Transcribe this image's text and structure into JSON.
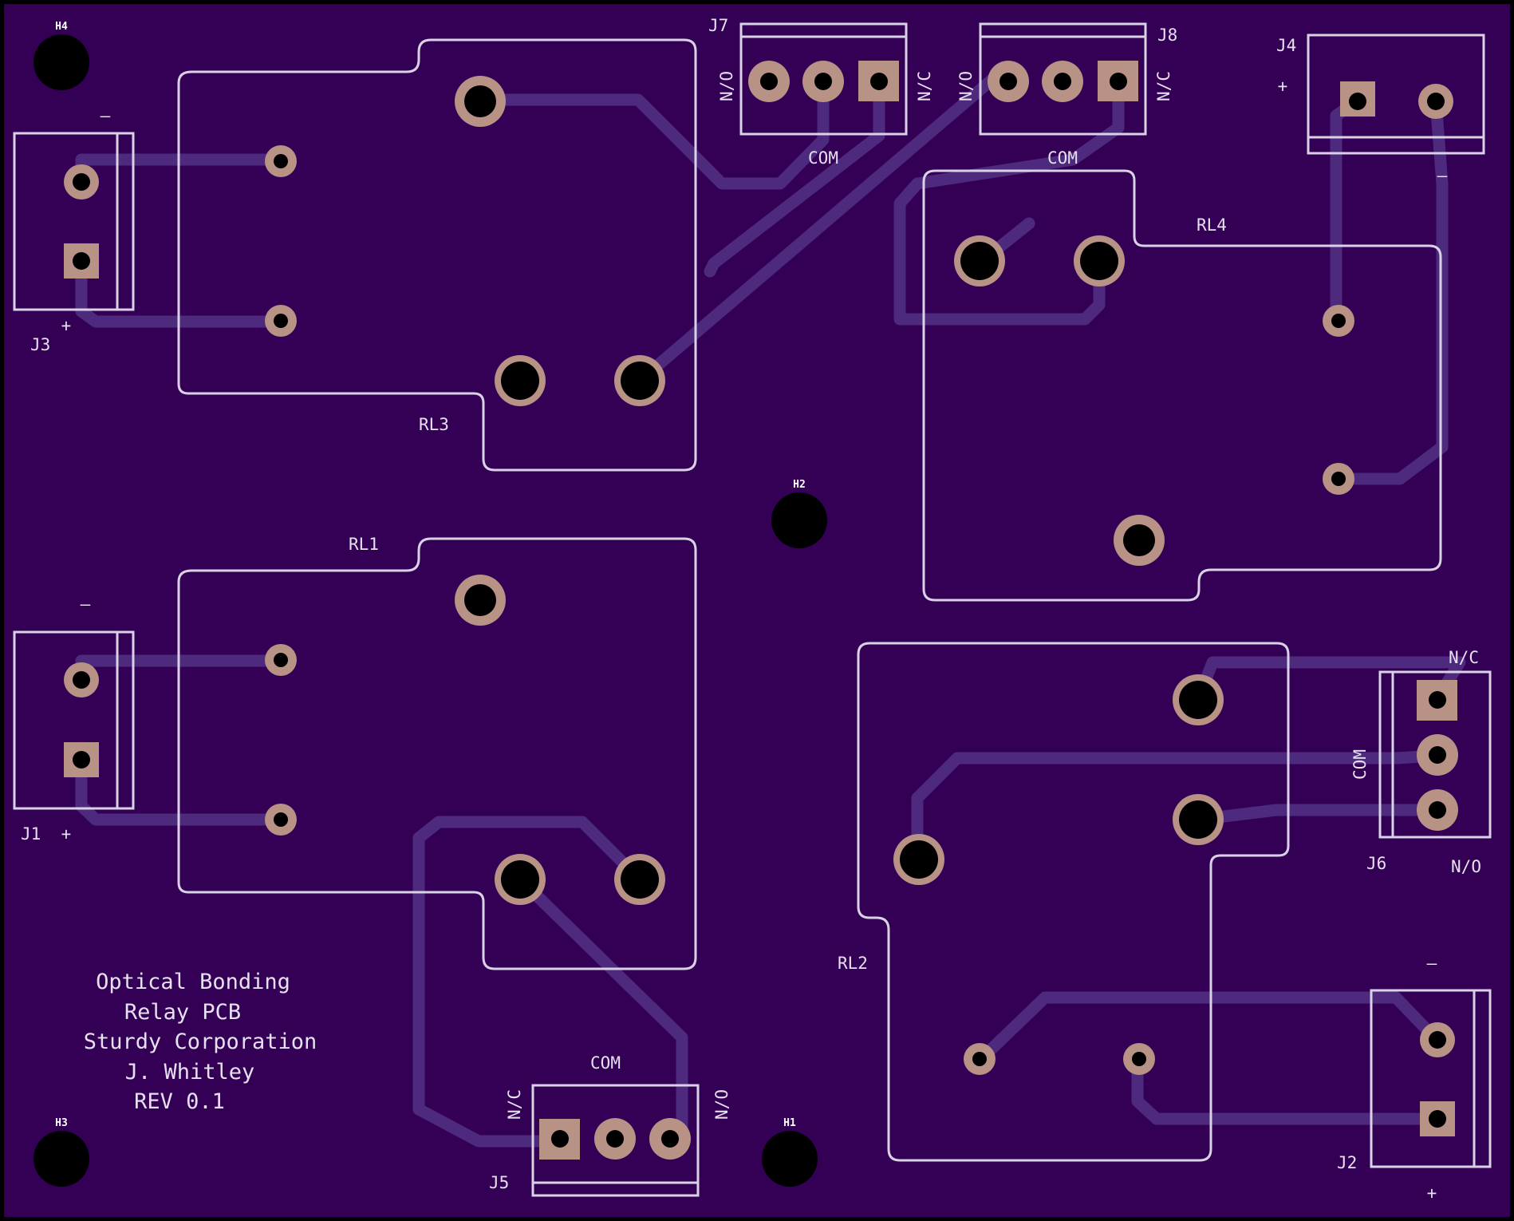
{
  "board": {
    "bg_color": "#330055",
    "edge_color": "#000000",
    "trace_color": "#4e2a7e",
    "silk_color": "#d9d2e6",
    "pad_color": "#b99286"
  },
  "notes": [
    "Optical Bonding",
    "Relay PCB",
    "Sturdy Corporation",
    "J. Whitley",
    "REV 0.1"
  ],
  "mounting_holes": [
    "H4",
    "H2",
    "H3",
    "H1"
  ],
  "relays": [
    "RL3",
    "RL4",
    "RL1",
    "RL2"
  ],
  "connectors": {
    "J7": "J7",
    "J8": "J8",
    "J4": "J4",
    "J3": "J3",
    "J1": "J1",
    "J6": "J6",
    "J2": "J2",
    "J5": "J5"
  },
  "pin_labels": {
    "no": "N/O",
    "nc": "N/C",
    "com": "COM",
    "plus": "+",
    "minus": "–"
  }
}
